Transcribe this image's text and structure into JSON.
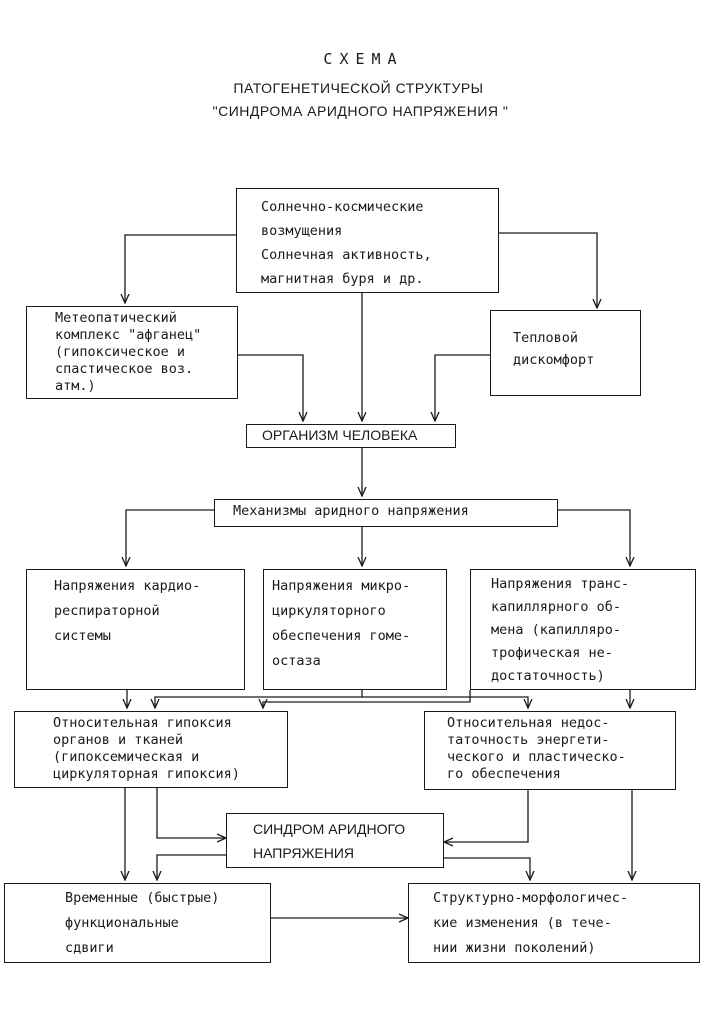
{
  "title": {
    "line1": "СХЕМА",
    "line2": "ПАТОГЕНЕТИЧЕСКОЙ СТРУКТУРЫ",
    "line3": "\"СИНДРОМА АРИДНОГО НАПРЯЖЕНИЯ \""
  },
  "boxes": {
    "solar": "Солнечно-космические\n    возмущения\nСолнечная активность,\nмагнитная буря и др.",
    "meteo": "Метеопатический\nкомплекс \"афганец\"\n(гипоксическое и\nспастическое воз.\nатм.)",
    "thermal": "Тепловой\nдискомфорт",
    "organism": "ОРГАНИЗМ ЧЕЛОВЕКА",
    "mechanisms": "Механизмы аридного напряжения",
    "cardio": "Напряжения кардио-\nреспираторной\nсистемы",
    "micro": "Напряжения микро-\nциркуляторного\nобеспечения гоме-\nостаза",
    "trans": "Напряжения транс-\nкапиллярного об-\nмена (капилляро-\nтрофическая не-\nдостаточность)",
    "hypoxia": "Относительная гипоксия\nорганов и тканей\n(гипоксемическая и\nциркуляторная гипоксия)",
    "energy": "Относительная недос-\nтаточность энергети-\nческого и пластическо-\nго обеспечения",
    "syndrome": "СИНДРОМ АРИДНОГО\n     НАПРЯЖЕНИЯ",
    "temporal": "Временные (быстрые)\nфункциональные\nсдвиги",
    "structural": "Структурно-морфологичес-\nкие изменения (в тече-\nнии жизни поколений)"
  }
}
